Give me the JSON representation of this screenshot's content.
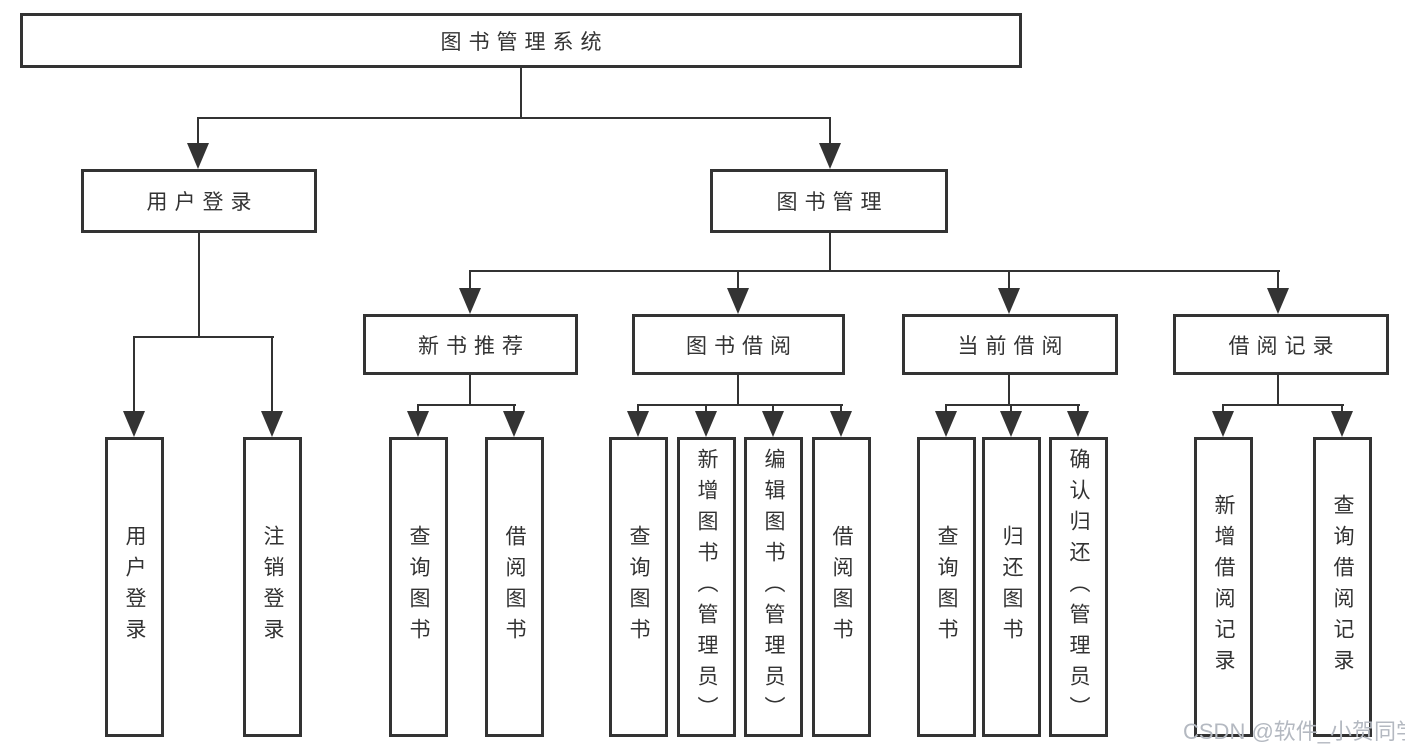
{
  "nodes": {
    "root": {
      "label": "图书管理系统"
    },
    "level2": [
      {
        "label": "用户登录",
        "children": [
          {
            "label": "用户登录"
          },
          {
            "label": "注销登录"
          }
        ]
      },
      {
        "label": "图书管理"
      }
    ],
    "level3": [
      {
        "label": "新书推荐",
        "children": [
          {
            "label": "查询图书"
          },
          {
            "label": "借阅图书"
          }
        ]
      },
      {
        "label": "图书借阅",
        "children": [
          {
            "label": "查询图书"
          },
          {
            "label": "新增图书（管理员）"
          },
          {
            "label": "编辑图书（管理员）"
          },
          {
            "label": "借阅图书"
          }
        ]
      },
      {
        "label": "当前借阅",
        "children": [
          {
            "label": "查询图书"
          },
          {
            "label": "归还图书"
          },
          {
            "label": "确认归还（管理员）"
          }
        ]
      },
      {
        "label": "借阅记录",
        "children": [
          {
            "label": "新增借阅记录"
          },
          {
            "label": "查询借阅记录"
          }
        ]
      }
    ]
  },
  "watermark": {
    "text": "CSDN @软件_小贺同学"
  },
  "colors": {
    "line": "#333333",
    "text": "#333333",
    "box_background": "#ffffff",
    "page_background": "#ffffff",
    "watermark": "#b4b9c1"
  }
}
